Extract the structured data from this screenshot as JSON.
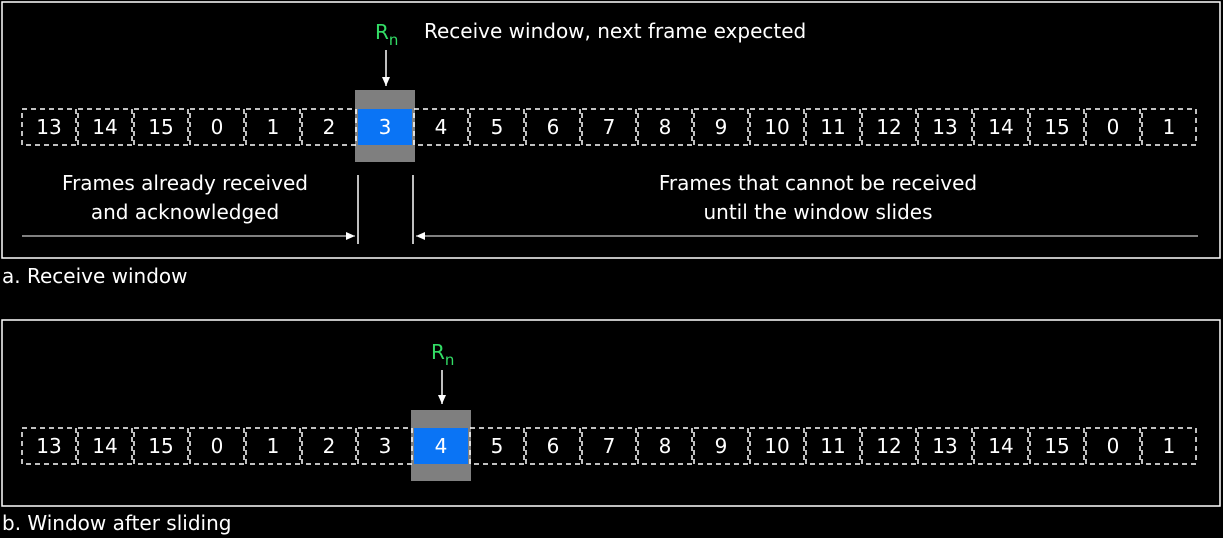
{
  "colors": {
    "background": "#000000",
    "frame": "#ffffff",
    "current": "#0a74f5",
    "window": "#7f7f7f",
    "pointer_label": "#33dd66"
  },
  "panels": [
    {
      "frames": [
        "13",
        "14",
        "15",
        "0",
        "1",
        "2",
        "3",
        "4",
        "5",
        "6",
        "7",
        "8",
        "9",
        "10",
        "11",
        "12",
        "13",
        "14",
        "15",
        "0",
        "1"
      ],
      "current_index": 6,
      "pointer": {
        "main": "R",
        "sub": "n"
      },
      "pointer_note": "Receive window, next frame expected",
      "left_note": [
        "Frames already received",
        "and acknowledged"
      ],
      "right_note": [
        "Frames that cannot be received",
        "until the window slides"
      ],
      "caption": "a. Receive window"
    },
    {
      "frames": [
        "13",
        "14",
        "15",
        "0",
        "1",
        "2",
        "3",
        "4",
        "5",
        "6",
        "7",
        "8",
        "9",
        "10",
        "11",
        "12",
        "13",
        "14",
        "15",
        "0",
        "1"
      ],
      "current_index": 7,
      "pointer": {
        "main": "R",
        "sub": "n"
      },
      "caption": "b. Window after sliding"
    }
  ]
}
